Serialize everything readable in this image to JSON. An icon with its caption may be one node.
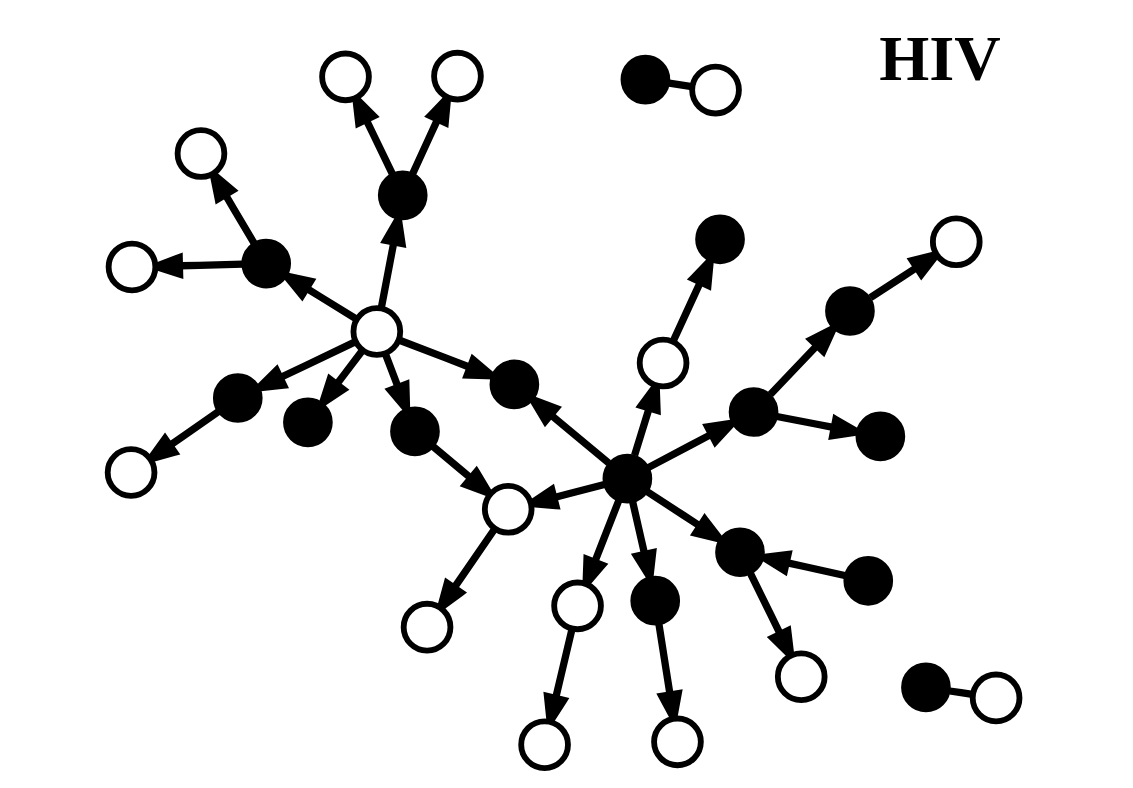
{
  "diagram": {
    "nodes": [
      {
        "text": [],
        "shape": "dot"
      },
      {
        "text": [],
        "shape": "circle"
      },
      {
        "text": [],
        "shape": "circle"
      },
      {
        "text": [],
        "shape": "circle"
      },
      {
        "text": [],
        "shape": "circle"
      },
      {
        "text": [],
        "shape": "dot"
      },
      {
        "text": [],
        "shape": "circle"
      },
      {
        "text": [],
        "shape": "dot"
      },
      {
        "text": [],
        "shape": "circle"
      },
      {
        "text": [],
        "shape": "dot"
      },
      {
        "text": [],
        "shape": "circle"
      },
      {
        "text": [],
        "shape": "dot"
      },
      {
        "text": [],
        "shape": "dot"
      },
      {
        "text": [],
        "shape": "circle"
      },
      {
        "text": [],
        "shape": "dot"
      },
      {
        "text": [],
        "shape": "circle"
      },
      {
        "text": [],
        "shape": "dot"
      },
      {
        "text": [],
        "shape": "dot"
      },
      {
        "text": [],
        "shape": "dot"
      },
      {
        "text": [],
        "shape": "dot"
      },
      {
        "text": [],
        "shape": "circle"
      },
      {
        "text": [],
        "shape": "dot"
      },
      {
        "text": [],
        "shape": "dot"
      },
      {
        "text": [],
        "shape": "circle"
      },
      {
        "text": [],
        "shape": "dot"
      },
      {
        "text": [],
        "shape": "circle"
      },
      {
        "text": [],
        "shape": "dot"
      },
      {
        "text": [],
        "shape": "circle"
      },
      {
        "text": [],
        "shape": "circle"
      },
      {
        "text": [],
        "shape": "circle"
      },
      {
        "text": [],
        "shape": "dot"
      },
      {
        "text": [],
        "shape": "circle"
      }
    ],
    "edges": [
      {
        "from": 16,
        "to": 9,
        "arrow": "to"
      },
      {
        "from": 5,
        "to": 9,
        "arrow": "to"
      },
      {
        "from": 9,
        "to": 3,
        "arrow": "to"
      },
      {
        "from": 16,
        "to": 6,
        "arrow": "to"
      },
      {
        "from": 6,
        "to": 1,
        "arrow": "to"
      },
      {
        "from": 16,
        "to": 10,
        "arrow": "to"
      },
      {
        "from": 11,
        "to": 10,
        "arrow": "to"
      },
      {
        "from": 10,
        "to": 4,
        "arrow": "to"
      },
      {
        "from": 13,
        "to": 11,
        "arrow": "to"
      },
      {
        "from": 13,
        "to": 7,
        "arrow": "to"
      },
      {
        "from": 16,
        "to": 18,
        "arrow": "to"
      },
      {
        "from": 18,
        "to": 12,
        "arrow": "to"
      },
      {
        "from": 18,
        "to": 22,
        "arrow": "to"
      },
      {
        "from": 22,
        "to": 28,
        "arrow": "to"
      },
      {
        "from": 16,
        "to": 24,
        "arrow": "to"
      },
      {
        "from": 24,
        "to": 29,
        "arrow": "to"
      },
      {
        "from": 16,
        "to": 25,
        "arrow": "to"
      },
      {
        "from": 25,
        "to": 30,
        "arrow": "to"
      },
      {
        "from": 16,
        "to": 17,
        "arrow": "to"
      },
      {
        "from": 13,
        "to": 17,
        "arrow": "to"
      },
      {
        "from": 13,
        "to": 14,
        "arrow": "to"
      },
      {
        "from": 14,
        "to": 8,
        "arrow": "to"
      },
      {
        "from": 14,
        "to": 15,
        "arrow": "to"
      },
      {
        "from": 13,
        "to": 19,
        "arrow": "to"
      },
      {
        "from": 19,
        "to": 20,
        "arrow": "to"
      },
      {
        "from": 13,
        "to": 26,
        "arrow": "to"
      },
      {
        "from": 26,
        "to": 23,
        "arrow": "to"
      },
      {
        "from": 26,
        "to": 31,
        "arrow": "to"
      },
      {
        "from": 0,
        "to": 2,
        "arrow": "none"
      },
      {
        "from": 21,
        "to": 27,
        "arrow": "none"
      }
    ],
    "labels": [
      "HIV"
    ]
  }
}
